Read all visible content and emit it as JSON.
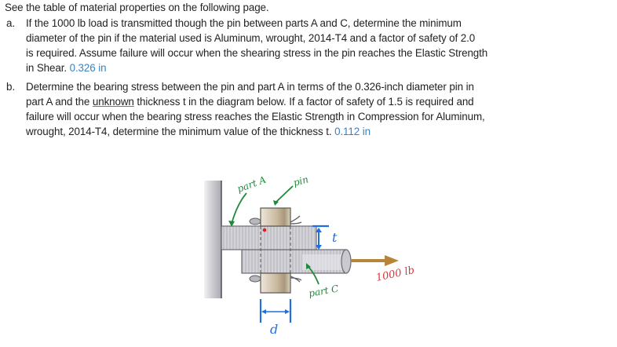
{
  "document": {
    "intro": "See the table of material properties on the following page.",
    "items": [
      {
        "marker": "a.",
        "lines": [
          "If the 1000 lb load is transmitted though the pin between parts A and C, determine the minimum",
          "diameter of the pin if the material used is Aluminum, wrought, 2014-T4 and a factor of safety of 2.0",
          "is required. Assume failure will occur when the shearing stress in the pin reaches the Elastic Strength"
        ],
        "last_line": "in Shear.",
        "answer": "0.326 in"
      },
      {
        "marker": "b.",
        "line1": "Determine the bearing stress between the pin and part A in terms of the 0.326-inch diameter pin in",
        "line2_pre": "part A and the ",
        "line2_underlined": "unknown",
        "line2_post": " thickness t in the diagram below. If a factor of safety of 1.5 is required and",
        "line3": "failure will occur when the bearing stress reaches the Elastic Strength in Compression for Aluminum,",
        "line4": "wrought, 2014-T4, determine the minimum value of the thickness t.",
        "answer": "0.112 in"
      }
    ]
  },
  "diagram": {
    "labels": {
      "part_a": "part A",
      "pin": "pin",
      "part_c": "part C",
      "thickness": "t",
      "diameter": "d",
      "load": "1000 lb"
    },
    "colors": {
      "annotation_green": "#1f8a3c",
      "dimension_blue": "#1e6fe0",
      "load_red": "#d9363e",
      "arrow_brown": "#b8843a",
      "plate_gray": "#c9c9cf",
      "pin_tan": "#cfc2ad",
      "answer_blue": "#3b82c4"
    }
  }
}
